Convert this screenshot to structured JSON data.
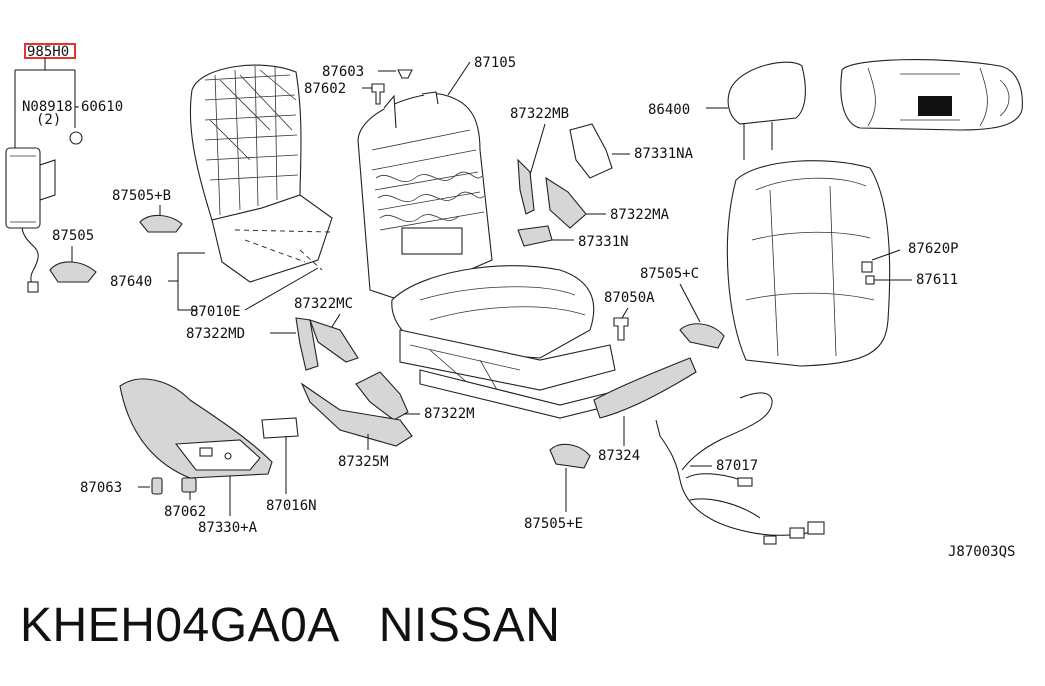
{
  "diagram": {
    "code": "J87003QS",
    "labels": {
      "p985h0": "985H0",
      "p08918": "N08918-60610",
      "p08918qty": "(2)",
      "p87505b": "87505+B",
      "p87505": "87505",
      "p87640": "87640",
      "p87010e": "87010E",
      "p87603": "87603",
      "p87602": "87602",
      "p87105": "87105",
      "p87322mb": "87322MB",
      "p87331na": "87331NA",
      "p87322ma": "87322MA",
      "p87331n": "87331N",
      "p86400": "86400",
      "p87620p": "87620P",
      "p87611": "87611",
      "p87505c": "87505+C",
      "p87050a": "87050A",
      "p87322mc": "87322MC",
      "p87322md": "87322MD",
      "p87322m": "87322M",
      "p87325m": "87325M",
      "p87324": "87324",
      "p87017": "87017",
      "p87063": "87063",
      "p87062": "87062",
      "p87330a": "87330+A",
      "p87016n": "87016N",
      "p87505e": "87505+E"
    }
  },
  "footer": {
    "part_number": "KHEH04GA0A",
    "brand": "NISSAN"
  },
  "colors": {
    "highlight_box": "#e8322f",
    "line": "#111111",
    "shade": "#d6d6d6"
  }
}
